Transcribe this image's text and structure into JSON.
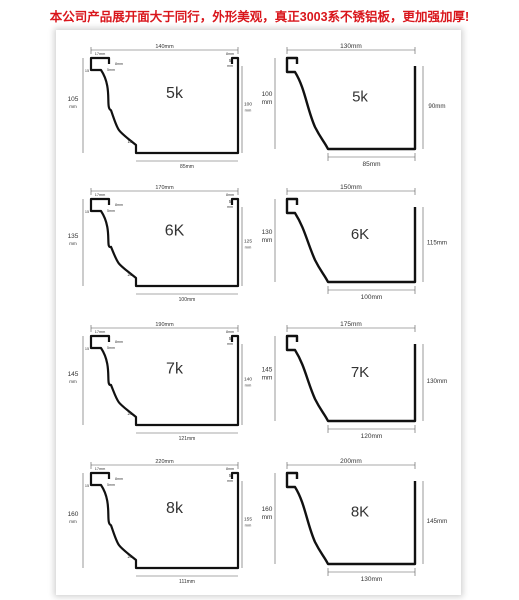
{
  "headline": "本公司产品展开面大于同行，外形美观，真正3003系不锈铝板，更加强加厚!",
  "left_column": [
    {
      "model": "5k",
      "top_width": "140mm",
      "height": "105",
      "height_unit": "mm",
      "right_height": "100",
      "right_height_unit": "mm",
      "bottom_width": "85mm",
      "radius": "15",
      "fold": "5",
      "fold_unit": "mm",
      "lip_w": "17mm",
      "lip_h": "8mm",
      "lip_n": "15",
      "lip_s": "5mm",
      "rib": "8mm"
    },
    {
      "model": "6K",
      "top_width": "170mm",
      "height": "135",
      "height_unit": "mm",
      "right_height": "125",
      "right_height_unit": "mm",
      "bottom_width": "100mm",
      "radius": "20",
      "fold": "5",
      "fold_unit": "mm",
      "lip_w": "17mm",
      "lip_h": "8mm",
      "lip_n": "15",
      "lip_s": "5mm",
      "rib": "8mm"
    },
    {
      "model": "7k",
      "top_width": "190mm",
      "height": "145",
      "height_unit": "mm",
      "right_height": "140",
      "right_height_unit": "mm",
      "bottom_width": "121mm",
      "radius": "20",
      "fold": "5",
      "fold_unit": "mm",
      "lip_w": "17mm",
      "lip_h": "8mm",
      "lip_n": "15",
      "lip_s": "5mm",
      "rib": "8mm"
    },
    {
      "model": "8k",
      "top_width": "220mm",
      "height": "160",
      "height_unit": "mm",
      "right_height": "155",
      "right_height_unit": "mm",
      "bottom_width": "111mm",
      "radius": "20",
      "fold": "5",
      "fold_unit": "mm",
      "lip_w": "17mm",
      "lip_h": "8mm",
      "lip_n": "15",
      "lip_s": "5mm",
      "rib": "8mm"
    }
  ],
  "right_column": [
    {
      "model": "5k",
      "top_width": "130mm",
      "height": "100",
      "height_unit": "mm",
      "right_height": "90mm",
      "bottom_width": "85mm"
    },
    {
      "model": "6K",
      "top_width": "150mm",
      "height": "130",
      "height_unit": "mm",
      "right_height": "115mm",
      "bottom_width": "100mm"
    },
    {
      "model": "7K",
      "top_width": "175mm",
      "height": "145",
      "height_unit": "mm",
      "right_height": "130mm",
      "bottom_width": "120mm"
    },
    {
      "model": "8K",
      "top_width": "200mm",
      "height": "160",
      "height_unit": "mm",
      "right_height": "145mm",
      "bottom_width": "130mm"
    }
  ]
}
